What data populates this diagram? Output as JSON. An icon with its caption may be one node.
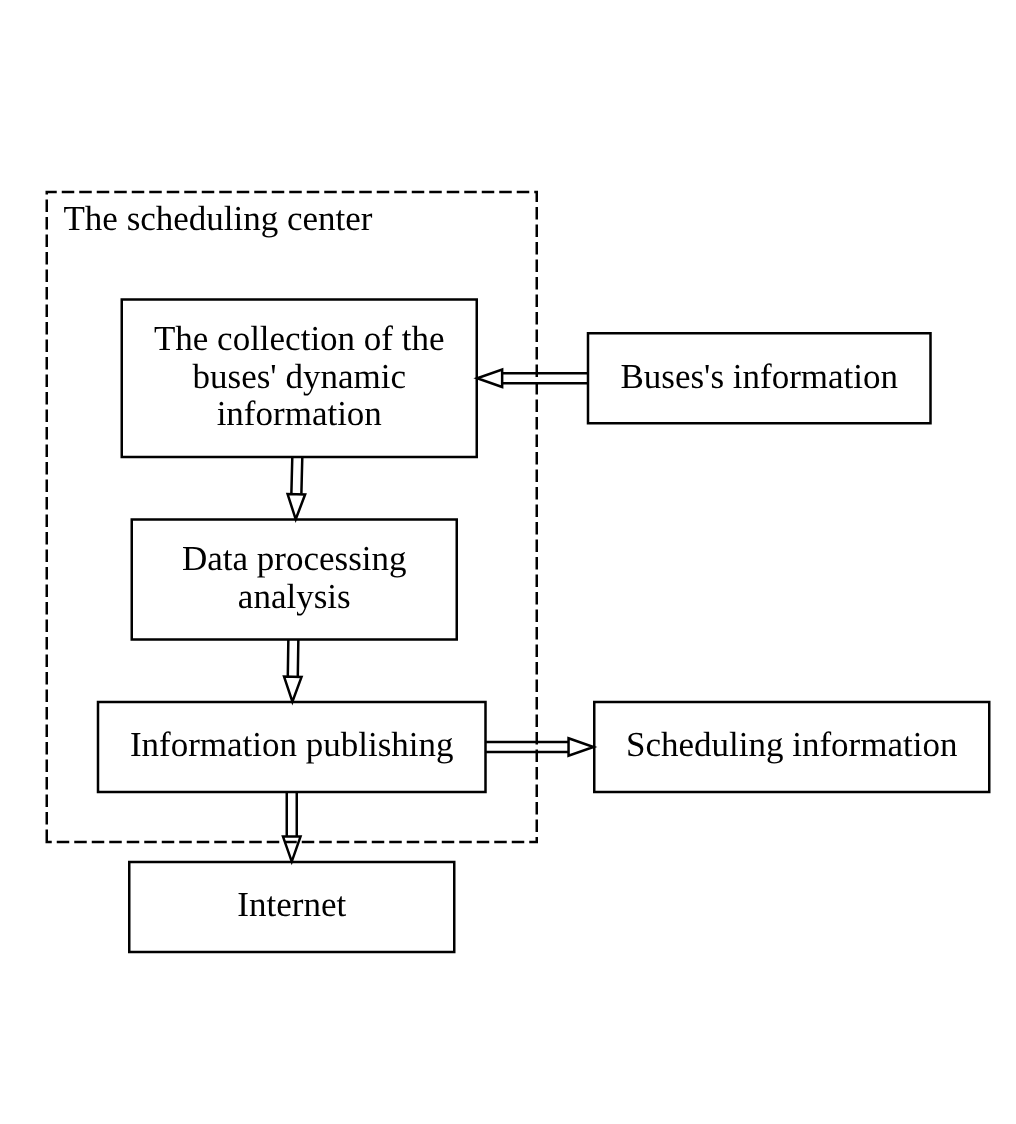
{
  "diagram": {
    "nodes": [
      {
        "text": [
          "The scheduling center"
        ]
      },
      {
        "text": [
          "Buses's information"
        ]
      },
      {
        "text": [
          "The collection of the buses' dynamic information"
        ],
        "in": 0
      },
      {
        "text": [
          "Data processing analysis"
        ],
        "in": 0
      },
      {
        "text": [
          "Information publishing"
        ],
        "in": 0
      },
      {
        "text": [
          "Scheduling information"
        ]
      },
      {
        "text": [
          "Internet"
        ]
      }
    ],
    "edges": [
      {
        "from": 1,
        "to": 2,
        "arrow": "to"
      },
      {
        "from": 2,
        "to": 3,
        "arrow": "to"
      },
      {
        "from": 3,
        "to": 4,
        "arrow": "to"
      },
      {
        "from": 4,
        "to": 5,
        "arrow": "to"
      },
      {
        "from": 4,
        "to": 6,
        "arrow": "to"
      }
    ]
  }
}
